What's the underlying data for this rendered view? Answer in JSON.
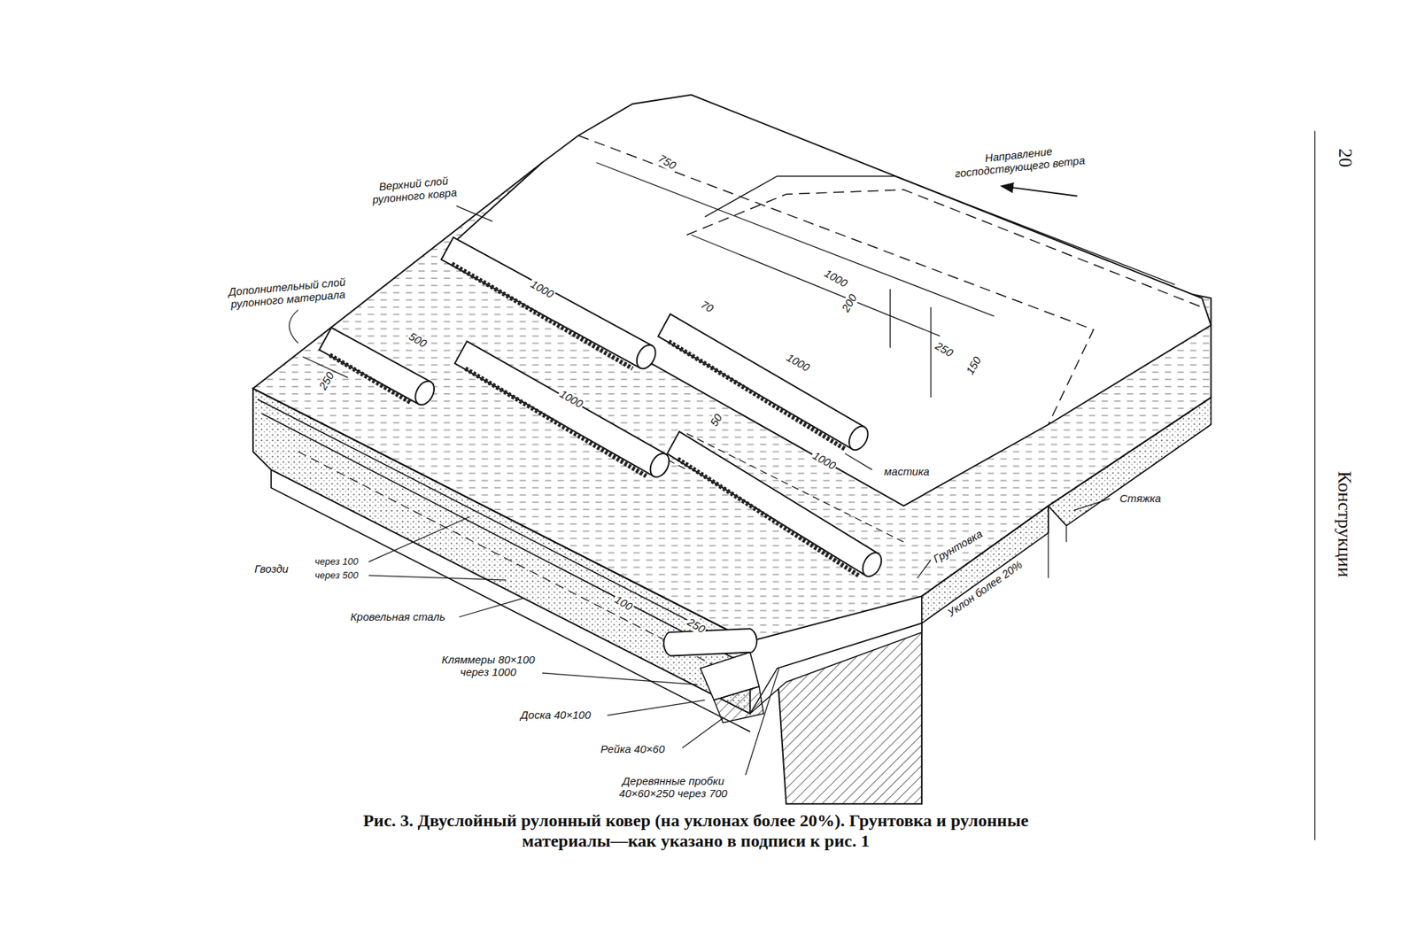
{
  "diagram": {
    "caption": "Рис. 3. Двуслойный рулонный ковер (на уклонах более 20%). Грунтовка и рулонные материалы—как указано в подписи к рис. 1",
    "labels": [
      "20",
      "Конструкции",
      "Направление господствующего ветра",
      "750",
      "Верхний слой рулонного ковра",
      "1000",
      "1000",
      "200",
      "Дополнительный слой рулонного материала",
      "70",
      "1000",
      "250",
      "150",
      "500",
      "250",
      "1000",
      "50",
      "1000",
      "мастика",
      "Стяжка",
      "Грунтовка",
      "Уклон более 20%",
      "Гвозди",
      "через 100",
      "через 500",
      "Кровельная сталь",
      "100",
      "250",
      "Кляммеры 80×100 через 1000",
      "Доска 40×100",
      "Рейка 40×60",
      "Деревянные пробки 40×60×250 через 700"
    ]
  }
}
